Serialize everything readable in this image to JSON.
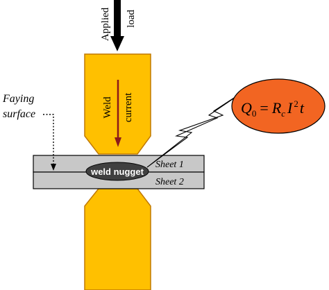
{
  "labels": {
    "applied_load_line1": "Applied",
    "applied_load_line2": "load",
    "weld_current_line1": "Weld",
    "weld_current_line2": "current",
    "faying_line1": "Faying",
    "faying_line2": "surface",
    "sheet1": "Sheet 1",
    "sheet2": "Sheet 2",
    "weld_nugget": "weld nugget",
    "equation": {
      "q": "Q",
      "q_sub": "0",
      "equals": "=",
      "r": "R",
      "r_sub": "c",
      "i": "I",
      "i_sup": "2",
      "t": "t"
    }
  },
  "colors": {
    "electrode_fill": "#ffc000",
    "electrode_stroke": "#c07800",
    "sheet_fill": "#c8c8c8",
    "nugget_fill": "#404040",
    "current_arrow": "#8b1a1a",
    "equation_fill": "#f26522",
    "outline": "#000000"
  },
  "icons": {
    "load_arrow": "arrow-down-icon",
    "current_arrow": "arrow-down-icon",
    "faying_pointer": "dotted-arrow-icon",
    "heat_lightning": "lightning-icon"
  }
}
